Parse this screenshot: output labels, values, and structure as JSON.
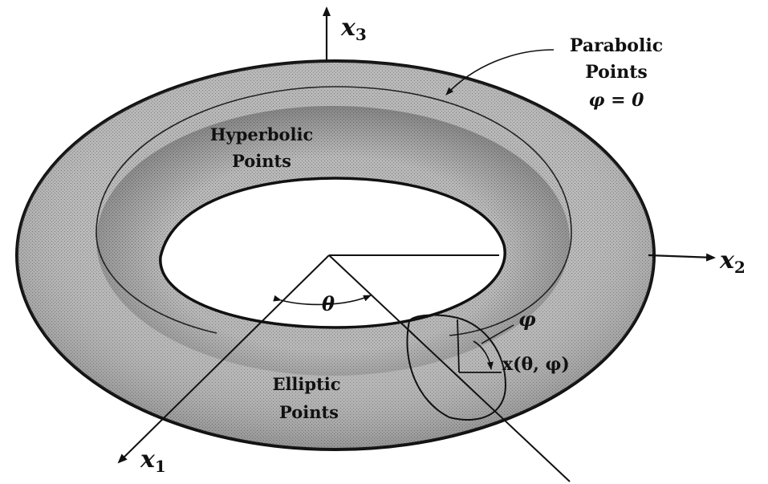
{
  "axes": {
    "x1": {
      "base": "x",
      "sub": "1"
    },
    "x2": {
      "base": "x",
      "sub": "2"
    },
    "x3": {
      "base": "x",
      "sub": "3"
    }
  },
  "labels": {
    "parabolic": [
      "Parabolic",
      "Points",
      "φ = 0"
    ],
    "hyperbolic": [
      "Hyperbolic",
      "Points"
    ],
    "elliptic": [
      "Elliptic",
      "Points"
    ],
    "theta": "θ",
    "phi": "φ",
    "point": "x(θ, φ)"
  },
  "colors": {
    "surface": "#a9a9a9",
    "stroke": "#111111",
    "hole": "#ffffff"
  }
}
